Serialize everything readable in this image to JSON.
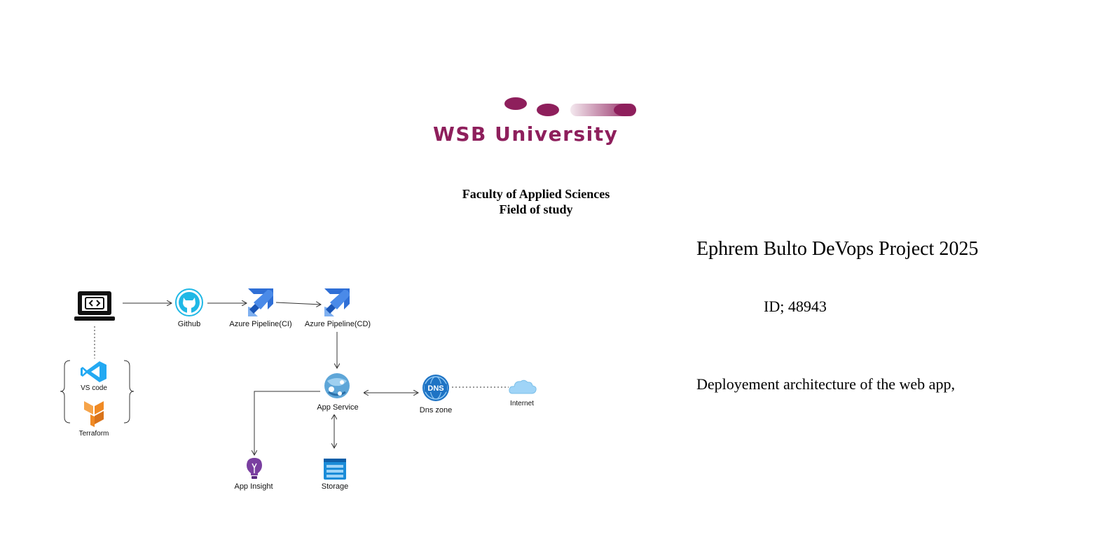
{
  "header": {
    "logo_text": "WSB University",
    "faculty_line1": "Faculty of Applied Sciences",
    "faculty_line2": "Field of study"
  },
  "project": {
    "title": "Ephrem Bulto DeVops Project 2025",
    "id_line": "ID; 48943",
    "description": "Deployement architecture of the web app,"
  },
  "diagram": {
    "nodes": {
      "developer": {
        "icon": "laptop-code-icon"
      },
      "github": {
        "label": "Github",
        "icon": "github-icon"
      },
      "pipeline_ci": {
        "label": "Azure Pipeline(CI)",
        "icon": "azure-pipelines-icon"
      },
      "pipeline_cd": {
        "label": "Azure Pipeline(CD)",
        "icon": "azure-pipelines-icon"
      },
      "vscode": {
        "label": "VS code",
        "icon": "vscode-icon"
      },
      "terraform": {
        "label": "Terraform",
        "icon": "terraform-icon"
      },
      "app_service": {
        "label": "App Service",
        "icon": "app-service-icon"
      },
      "dns_zone": {
        "label": "Dns zone",
        "icon": "dns-icon"
      },
      "internet": {
        "label": "Internet",
        "icon": "cloud-icon"
      },
      "app_insight": {
        "label": "App Insight",
        "icon": "lightbulb-icon"
      },
      "storage": {
        "label": "Storage",
        "icon": "storage-icon"
      }
    }
  },
  "colors": {
    "brand": "#8e1f5c",
    "github": "#1fb8e6",
    "azure_blue": "#2f6fd6",
    "terraform": "#f08a24",
    "app_insight": "#7a3fa0"
  }
}
